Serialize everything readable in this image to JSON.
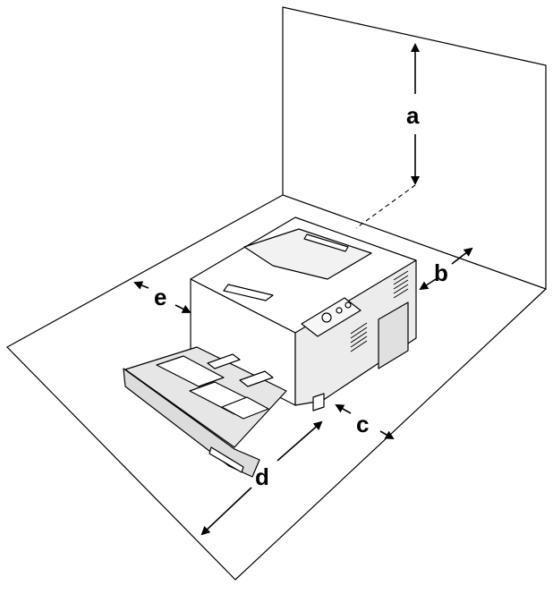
{
  "diagram": {
    "labels": {
      "a": "a",
      "b": "b",
      "c": "c",
      "d": "d",
      "e": "e"
    },
    "colors": {
      "line": "#000000",
      "printer_face": "#ffffff",
      "printer_shade": "#e8e8e8",
      "tray_shade": "#dcdcdc"
    }
  }
}
